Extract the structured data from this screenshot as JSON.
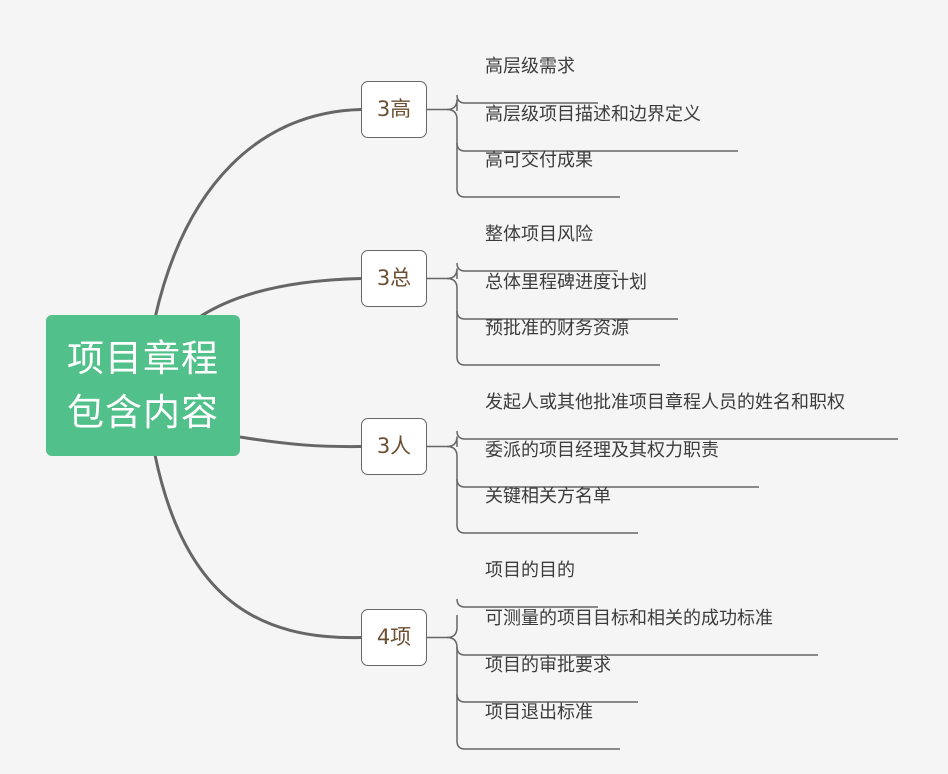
{
  "root": {
    "line1": "项目章程",
    "line2": "包含内容"
  },
  "branches": [
    {
      "label": "3高",
      "leaves": [
        "高层级需求",
        "高层级项目描述和边界定义",
        "高可交付成果"
      ]
    },
    {
      "label": "3总",
      "leaves": [
        "整体项目风险",
        "总体里程碑进度计划",
        "预批准的财务资源"
      ]
    },
    {
      "label": "3人",
      "leaves": [
        "发起人或其他批准项目章程人员的姓名和职权",
        "委派的项目经理及其权力职责",
        "关键相关方名单"
      ]
    },
    {
      "label": "4项",
      "leaves": [
        "项目的目的",
        "可测量的项目目标和相关的成功标准",
        "项目的审批要求",
        "项目退出标准"
      ]
    }
  ],
  "colors": {
    "root": "#52c08a",
    "branch_text": "#6b4f32",
    "line": "#666666",
    "background": "#f5f5f5"
  }
}
